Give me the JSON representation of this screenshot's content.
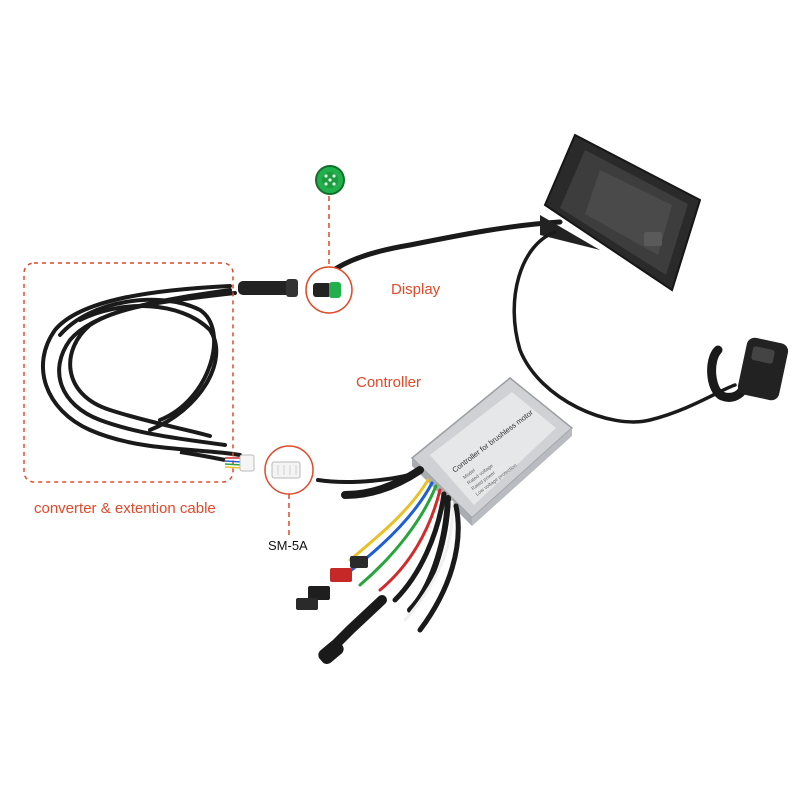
{
  "labels": {
    "display": "Display",
    "controller": "Controller",
    "converter": "converter & extention cable",
    "connector": "SM-5A"
  },
  "controller_box": {
    "title": "Controller for brushless motor",
    "spec_lines": [
      "Model",
      "Rated voltage",
      "Rated power",
      "Low voltage protection"
    ]
  },
  "colors": {
    "annotation": "#e0492a",
    "connector_label": "#111111",
    "cable": "#1a1a1a",
    "display_body": "#2a2a2a",
    "controller_body": "#d9dadc",
    "connector_green": "#21b04b"
  }
}
